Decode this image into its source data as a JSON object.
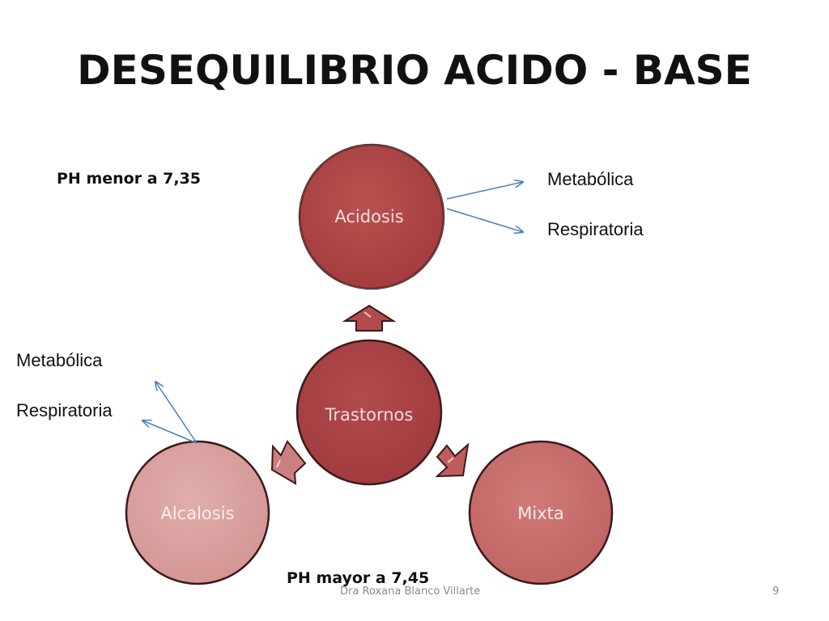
{
  "slide": {
    "title": "DESEQUILIBRIO ACIDO - BASE",
    "footer_author": "Dra Roxana Blanco Villarte",
    "page_number": "9"
  },
  "diagram": {
    "center": "Trastornos",
    "nodes": {
      "acidosis": "Acidosis",
      "alcalosis": "Alcalosis",
      "mixta": "Mixta"
    },
    "acidosis_branches": [
      "Metabólica",
      "Respiratoria"
    ],
    "alcalosis_branches": [
      "Metabólica",
      "Respiratoria"
    ],
    "acidosis_note": "PH menor a 7,35",
    "alcalosis_note": "PH mayor a 7,45"
  },
  "colors": {
    "acidosis_fill": "#b0464a",
    "trastornos_fill": "#a94145",
    "mixta_fill": "#c8706f",
    "alcalosis_fill": "#d9a1a1",
    "arrow_line": "#4a7fc0"
  }
}
